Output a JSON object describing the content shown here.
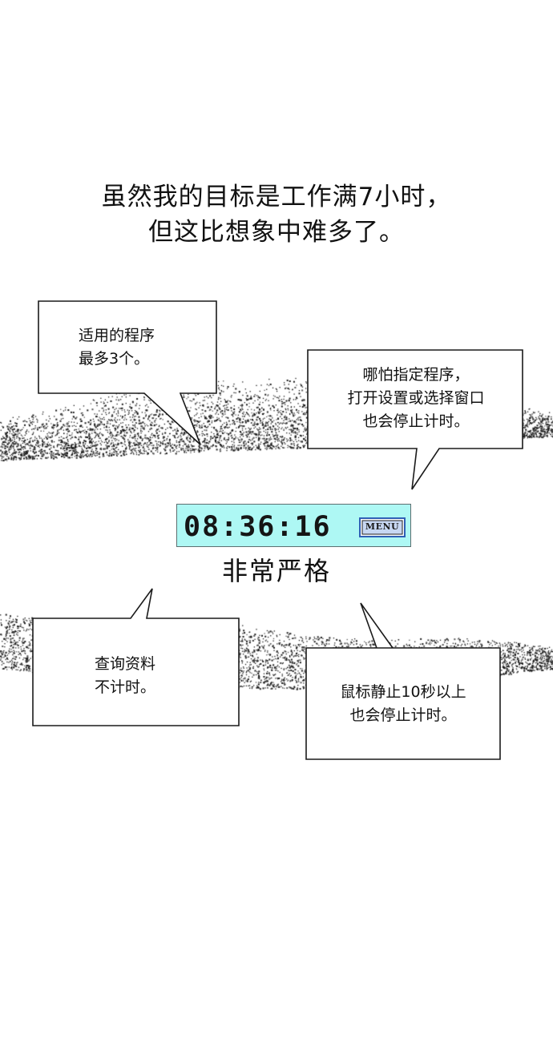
{
  "caption": {
    "line1": "虽然我的目标是工作满7小时，",
    "line2": "但这比想象中难多了。"
  },
  "bubbles": {
    "top_left": {
      "line1": "适用的程序",
      "line2": "最多3个。"
    },
    "top_right": {
      "line1": "哪怕指定程序，",
      "line2": "打开设置或选择窗口",
      "line3": "也会停止计时。"
    },
    "bottom_left": {
      "line1": "查询资料",
      "line2": "不计时。"
    },
    "bottom_right": {
      "line1": "鼠标静止10秒以上",
      "line2": "也会停止计时。"
    }
  },
  "timer": {
    "time": "08:36:16",
    "menu_label": "MENU",
    "background_color": "#aef8f4"
  },
  "center_label": "非常严格"
}
